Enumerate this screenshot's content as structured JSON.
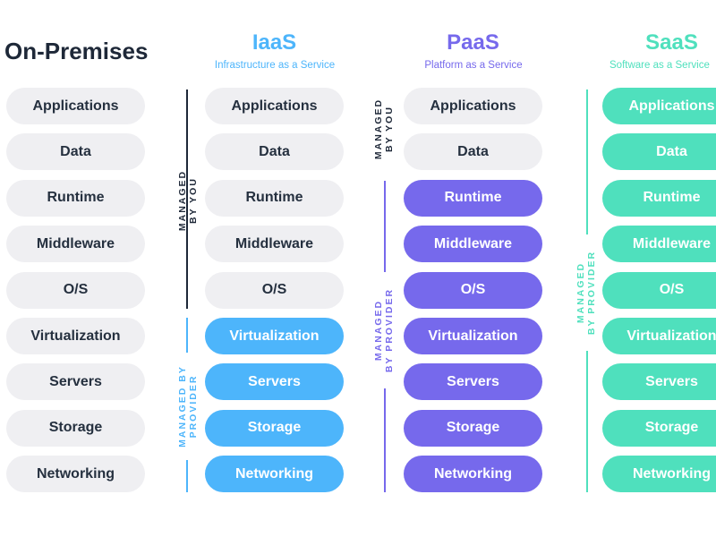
{
  "colors": {
    "dark": "#1e2838",
    "gray_pill": "#efeff2",
    "iaas": "#4db5fb",
    "paas": "#7669ec",
    "saas": "#4fe0bd"
  },
  "layers": [
    "Applications",
    "Data",
    "Runtime",
    "Middleware",
    "O/S",
    "Virtualization",
    "Servers",
    "Storage",
    "Networking"
  ],
  "columns": [
    {
      "id": "on-premises",
      "title": "On-Premises",
      "subtitle": "",
      "provider_managed_from": 9
    },
    {
      "id": "iaas",
      "title": "IaaS",
      "subtitle": "Infrastructure as a Service",
      "provider_managed_from": 5,
      "managed_by_you": [
        "MANAGED",
        "BY YOU"
      ],
      "managed_by_provider": [
        "MANAGED BY",
        "PROVIDER"
      ]
    },
    {
      "id": "paas",
      "title": "PaaS",
      "subtitle": "Platform as a Service",
      "provider_managed_from": 2,
      "managed_by_you": [
        "MANAGED",
        "BY YOU"
      ],
      "managed_by_provider": [
        "MANAGED",
        "BY PROVIDER"
      ]
    },
    {
      "id": "saas",
      "title": "SaaS",
      "subtitle": "Software as a Service",
      "provider_managed_from": 0,
      "managed_by_provider": [
        "MANAGED",
        "BY PROVIDER"
      ]
    }
  ]
}
